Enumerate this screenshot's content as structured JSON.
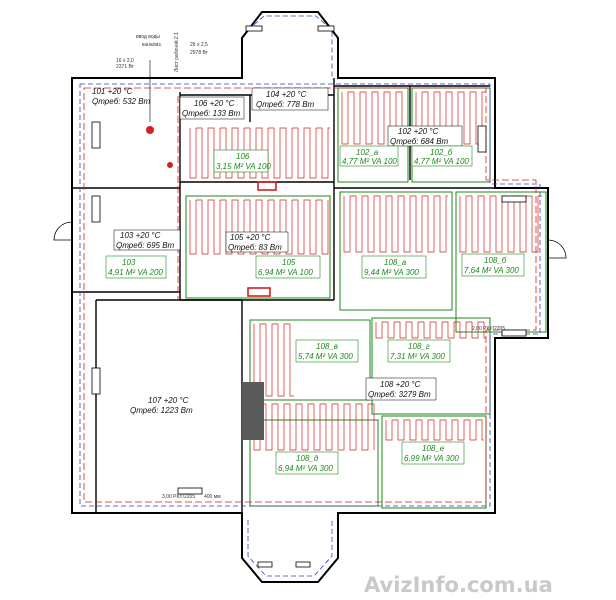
{
  "header_note": "Лист рабочий 2.1",
  "rooms": {
    "r101": {
      "line1": "101  +20 °C",
      "line2": "Qтреб: 532 Вт"
    },
    "r106": {
      "line1": "106  +20 °C",
      "line2": "Qтреб: 133 Вт"
    },
    "r104": {
      "line1": "104  +20 °C",
      "line2": "Qтреб: 778 Вт"
    },
    "r102": {
      "line1": "102  +20 °C",
      "line2": "Qтреб: 684 Вт"
    },
    "r103": {
      "line1": "103  +20 °C",
      "line2": "Qтреб: 695 Вт"
    },
    "r105": {
      "line1": "105  +20 °C",
      "line2": "Qтреб: 83 Вт"
    },
    "r107": {
      "line1": "107  +20 °C",
      "line2": "Qтреб: 1223 Вт"
    },
    "r108": {
      "line1": "108  +20 °C",
      "line2": "Qтреб: 3279 Вт"
    }
  },
  "zones": {
    "z106": {
      "line1": "106",
      "line2": "3,15 M² VA 100"
    },
    "z102a": {
      "line1": "102_a",
      "line2": "4,77 M² VA 100"
    },
    "z102b": {
      "line1": "102_б",
      "line2": "4,77 M² VA 100"
    },
    "z103": {
      "line1": "103",
      "line2": "4,91 M² VA 200"
    },
    "z105": {
      "line1": "105",
      "line2": "6,94 M² VA 100"
    },
    "z108a": {
      "line1": "108_а",
      "line2": "9,44 M² VA 300"
    },
    "z108b": {
      "line1": "108_б",
      "line2": "7,64 M² VA 300"
    },
    "z108v": {
      "line1": "108_в",
      "line2": "5,74 M² VA 300"
    },
    "z108g": {
      "line1": "108_г",
      "line2": "7,31 M² VA 300"
    },
    "z108d": {
      "line1": "108_д",
      "line2": "6,94 M² VA 300"
    },
    "z108e": {
      "line1": "108_е",
      "line2": "6,99 M² VA 300"
    }
  },
  "annotations": {
    "vvod": "ввод воды",
    "kanal": "канализ.",
    "dim_top": "26 x 2,5",
    "dim_top_b": "2978 Вт",
    "dim_top_c": "16 x 2,0",
    "dim_top_d": "2371 Вт",
    "radiator": "400 мм",
    "radiator_b": "3,00 РКУ/2205",
    "radiator_c": "2,00 РКУ/2205"
  },
  "watermark": "AvizInfo.com.ua",
  "colors": {
    "wall": "#000000",
    "pipe_red": "#d42020",
    "pipe_blue": "#2a3fd6",
    "zone_green": "#1a8a1a",
    "heat_box": "#555555",
    "watermark": "#c9c9c9"
  }
}
